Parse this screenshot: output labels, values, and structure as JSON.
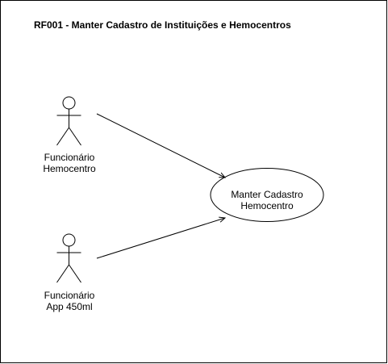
{
  "diagram": {
    "title": "RF001 - Manter Cadastro de Instituições e Hemocentros",
    "actors": [
      {
        "id": "actor-funcionario-hemocentro",
        "label_line1": "Funcionário",
        "label_line2": "Hemocentro"
      },
      {
        "id": "actor-funcionario-app",
        "label_line1": "Funcionário",
        "label_line2": "App 450ml"
      }
    ],
    "use_cases": [
      {
        "id": "uc-manter-cadastro",
        "label_line1": "Manter Cadastro",
        "label_line2": "Hemocentro"
      }
    ],
    "associations": [
      {
        "from": "actor-funcionario-hemocentro",
        "to": "uc-manter-cadastro"
      },
      {
        "from": "actor-funcionario-app",
        "to": "uc-manter-cadastro"
      }
    ],
    "colors": {
      "stroke": "#000000",
      "fill": "#ffffff"
    }
  }
}
